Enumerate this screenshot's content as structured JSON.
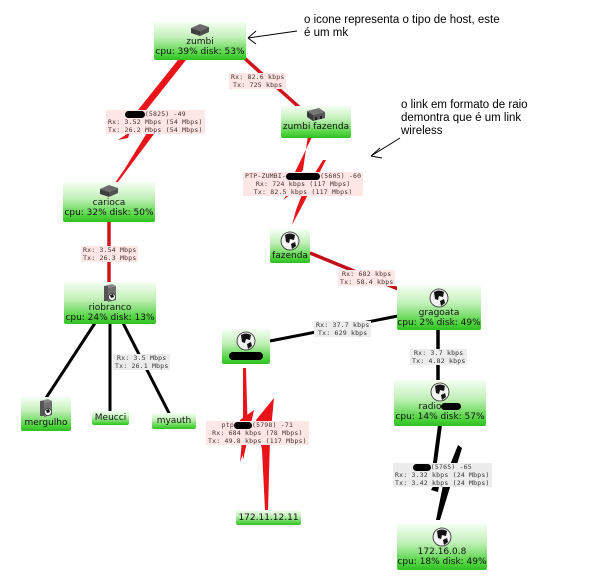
{
  "annotations": {
    "host_icon_note": "o icone representa o tipo de host, este é um mk",
    "wireless_note": "o link em formato de raio demontra que é um link wireless"
  },
  "nodes": [
    {
      "id": "zumbi",
      "name": "zumbi",
      "stats": "cpu: 39% disk: 53%",
      "icon": "router-icon"
    },
    {
      "id": "zumbi_fazenda",
      "name": "zumbi fazenda",
      "stats": "",
      "icon": "switch-icon"
    },
    {
      "id": "carioca",
      "name": "carioca",
      "stats": "cpu: 32% disk: 50%",
      "icon": "router-icon"
    },
    {
      "id": "fazenda",
      "name": "fazenda",
      "stats": "",
      "icon": "globe-icon"
    },
    {
      "id": "riobranco",
      "name": "riobranco",
      "stats": "cpu: 24% disk: 13%",
      "icon": "server-icon"
    },
    {
      "id": "gragoata",
      "name": "gragoata",
      "stats": "cpu: 2% disk: 49%",
      "icon": "globe-icon"
    },
    {
      "id": "redacted_host",
      "name": "",
      "stats": "",
      "icon": "globe-icon"
    },
    {
      "id": "mergulho",
      "name": "mergulho",
      "stats": "",
      "icon": "server-icon"
    },
    {
      "id": "meucci",
      "name": "Meucci",
      "stats": "",
      "icon": ""
    },
    {
      "id": "myauth",
      "name": "myauth",
      "stats": "",
      "icon": ""
    },
    {
      "id": "radio",
      "name": "radio",
      "stats": "cpu: 14% disk: 57%",
      "icon": "globe-icon"
    },
    {
      "id": "ip_172_11_12_11",
      "name": "172.11.12.11",
      "stats": "",
      "icon": ""
    },
    {
      "id": "ip_172_16_0_8",
      "name": "172.16.0.8",
      "stats": "cpu: 18% disk: 49%",
      "icon": "globe-icon"
    }
  ],
  "links": [
    {
      "id": "zumbi-zumbi_fazenda",
      "type": "wired",
      "color": "#d0141a",
      "lines": [
        "Rx: 82.6 kbps",
        "Tx: 725 kbps"
      ]
    },
    {
      "id": "zumbi-carioca",
      "type": "wireless",
      "color": "#e8141a",
      "prefix": "",
      "suffix": "(5825) -49",
      "lines": [
        "Rx: 3.52 Mbps (54 Mbps)",
        "Tx: 26.2 Mbps (54 Mbps)"
      ]
    },
    {
      "id": "zumbi_fazenda-fazenda",
      "type": "wireless",
      "color": "#e8141a",
      "prefix": "PTP-ZUMBI-",
      "suffix": "(5605) -60",
      "lines": [
        "Rx: 724 kbps (117 Mbps)",
        "Tx: 82.5 kbps (117 Mbps)"
      ]
    },
    {
      "id": "carioca-riobranco",
      "type": "wired",
      "color": "#d0141a",
      "lines": [
        "Rx: 3.54 Mbps",
        "Tx: 26.3 Mbps"
      ]
    },
    {
      "id": "fazenda-gragoata",
      "type": "wired",
      "color": "#c0101a",
      "lines": [
        "Rx: 682 kbps",
        "Tx: 58.4 kbps"
      ]
    },
    {
      "id": "redacted_host-gragoata",
      "type": "wired",
      "color": "#000000",
      "lines": [
        "Rx: 37.7 kbps",
        "Tx: 629 kbps"
      ]
    },
    {
      "id": "riobranco-myauth",
      "type": "wired",
      "color": "#000000",
      "lines": [
        "Rx: 3.5 Mbps",
        "Tx: 26.1 Mbps"
      ]
    },
    {
      "id": "riobranco-mergulho",
      "type": "wired",
      "color": "#000000",
      "lines": []
    },
    {
      "id": "riobranco-meucci",
      "type": "wired",
      "color": "#000000",
      "lines": []
    },
    {
      "id": "gragoata-radio",
      "type": "wired",
      "color": "#000000",
      "lines": [
        "Rx: 3.7 kbps",
        "Tx: 4.82 kbps"
      ]
    },
    {
      "id": "redacted_host-ip_172_11_12_11",
      "type": "wireless",
      "color": "#e8141a",
      "prefix": "ptp",
      "suffix": "(5798) -71",
      "lines": [
        "Rx: 684 kbps (78 Mbps)",
        "Tx: 49.8 kbps (117 Mbps)"
      ]
    },
    {
      "id": "radio-ip_172_16_0_8",
      "type": "wireless",
      "color": "#000000",
      "prefix": "",
      "suffix": "(5765) -65",
      "lines": [
        "Rx: 3.32 kbps (24 Mbps)",
        "Tx: 3.42 kbps (24 Mbps)"
      ]
    }
  ]
}
